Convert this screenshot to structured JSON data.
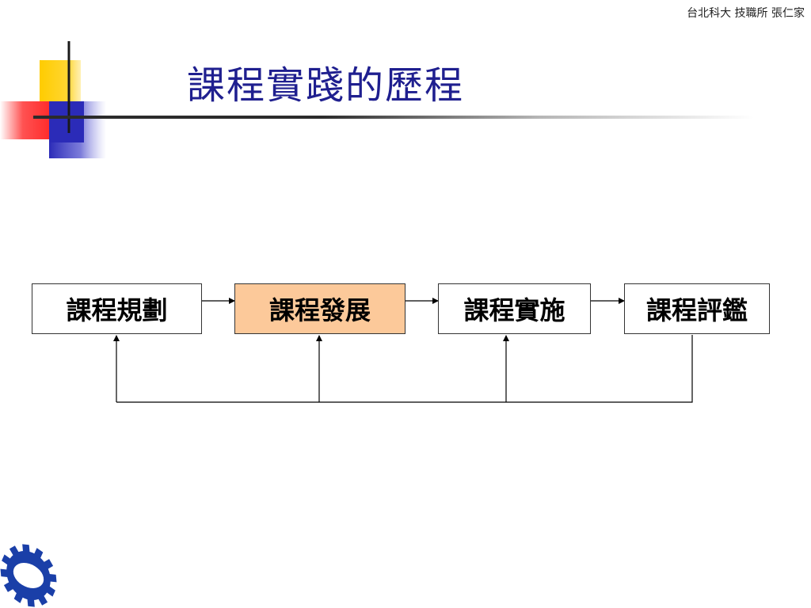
{
  "header": {
    "credit": "台北科大 技職所 張仁家"
  },
  "slide": {
    "title": "課程實踐的歷程"
  },
  "diagram": {
    "steps": [
      {
        "label": "課程規劃",
        "highlighted": false
      },
      {
        "label": "課程發展",
        "highlighted": true
      },
      {
        "label": "課程實施",
        "highlighted": false
      },
      {
        "label": "課程評鑑",
        "highlighted": false
      }
    ],
    "flow": "left-to-right with feedback loop from 課程評鑑 back to each earlier step"
  },
  "colors": {
    "title": "#1f1f8f",
    "highlight_fill": "#fcc99a",
    "deco_yellow": "#ffcc00",
    "deco_blue": "#2b2bb8",
    "deco_red": "#ff3333",
    "gear_blue": "#1a3fa8"
  },
  "icons": {
    "corner_decoration": "color-blocks-crosshair",
    "logo": "gear-icon"
  }
}
